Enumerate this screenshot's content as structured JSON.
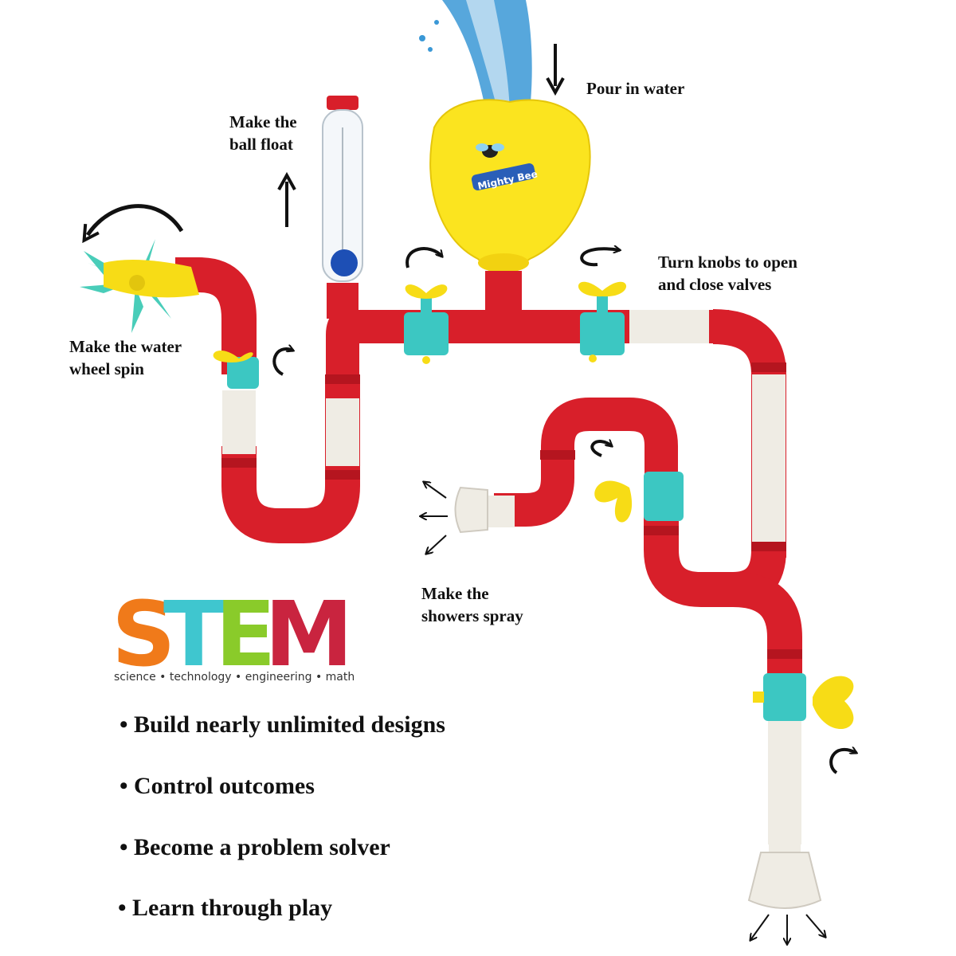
{
  "labels": {
    "pour_in_water": "Pour in water",
    "ball_float": "Make the\nball float",
    "turn_knobs": "Turn knobs to open\nand close valves",
    "water_wheel": "Make the water\nwheel spin",
    "showers_spray": "Make the\nshowers spray"
  },
  "logo": {
    "letters": [
      "S",
      "T",
      "E",
      "M"
    ],
    "letter_colors": [
      "#f07a1a",
      "#3fc6cf",
      "#8acb2a",
      "#c9243f"
    ],
    "subtitle": "science • technology • engineering • math"
  },
  "funnel_brand": "Mighty Bee",
  "bullets": [
    "Build  nearly unlimited designs",
    "Control outcomes",
    "Become a problem solver",
    "Learn through play"
  ],
  "colors": {
    "pipe_red": "#d81f2a",
    "pipe_white": "#efece4",
    "valve_teal": "#3cc7c2",
    "knob_yellow": "#f7dc16",
    "funnel_yellow": "#fbe41f",
    "wheel_teal": "#49cdb9",
    "water_blue": "#3a98d6",
    "ball_blue": "#1d4fb5"
  }
}
